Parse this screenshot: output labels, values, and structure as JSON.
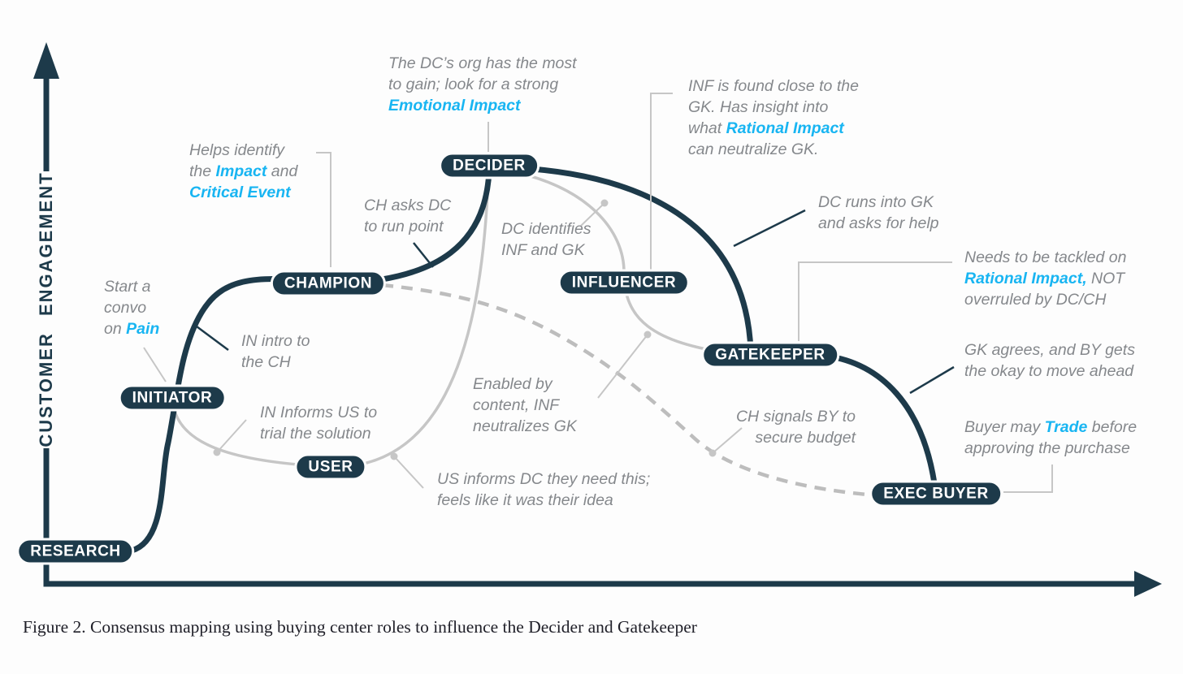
{
  "colors": {
    "navy": "#1d3a4a",
    "cyan_highlight": "#18b5f2",
    "note_gray": "#85888c",
    "leader_gray": "#c6c6c6"
  },
  "axis": {
    "y_label": "CUSTOMER ENGAGEMENT"
  },
  "caption": "Figure 2. Consensus mapping using buying center roles to influence the Decider and Gatekeeper",
  "nodes": {
    "research": "RESEARCH",
    "initiator": "INITIATOR",
    "user": "USER",
    "champion": "CHAMPION",
    "decider": "DECIDER",
    "influencer": "INFLUENCER",
    "gatekeeper": "GATEKEEPER",
    "exec_buyer": "EXEC BUYER"
  },
  "notes": {
    "start_convo": {
      "l1": "Start a",
      "l2": "convo",
      "l3_pre": "on ",
      "l3_hl": "Pain"
    },
    "helps_identify": {
      "l1": "Helps identify",
      "l2_pre": "the ",
      "l2_hl": "Impact",
      "l2_post": " and",
      "l3_hl": "Critical Event"
    },
    "dcs_org": {
      "l1": "The DC’s org has the most",
      "l2": "to gain; look for a strong",
      "l3_hl": "Emotional Impact"
    },
    "inf_found": {
      "l1": "INF is found close to the",
      "l2": "GK. Has insight into",
      "l3_pre": "what ",
      "l3_hl": "Rational Impact",
      "l4": "can neutralize GK."
    },
    "dc_runs": {
      "l1": "DC runs into GK",
      "l2": "and asks for help"
    },
    "needs_tackled": {
      "l1": "Needs to be tackled on",
      "l2_hl": "Rational Impact,",
      "l2_post": " NOT",
      "l3": "overruled by DC/CH"
    },
    "gk_agrees": {
      "l1": "GK agrees, and BY gets",
      "l2": "the okay to move ahead"
    },
    "buyer_trade": {
      "l1_pre": "Buyer may ",
      "l1_hl": "Trade",
      "l1_post": " before",
      "l2": "approving the purchase"
    },
    "ch_asks": {
      "l1": "CH asks DC",
      "l2": "to run point"
    },
    "in_intro": {
      "l1": "IN intro to",
      "l2": "the CH"
    },
    "in_informs": {
      "l1": "IN Informs US to",
      "l2": "trial the solution"
    },
    "dc_identifies": {
      "l1": "DC identifies",
      "l2": "INF and GK"
    },
    "enabled_by": {
      "l1": "Enabled by",
      "l2": "content, INF",
      "l3": "neutralizes GK"
    },
    "us_informs": {
      "l1": "US informs DC they need this;",
      "l2": "feels like it was their idea"
    },
    "ch_signals": {
      "l1": "CH signals BY to",
      "l2": "secure budget"
    }
  }
}
